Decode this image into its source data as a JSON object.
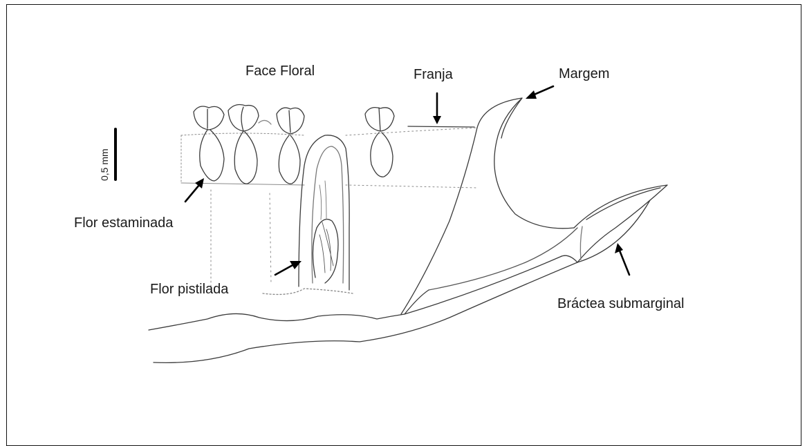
{
  "labels": {
    "face_floral": "Face Floral",
    "franja": "Franja",
    "margem": "Margem",
    "flor_estaminada": "Flor estaminada",
    "flor_pistilada": "Flor pistilada",
    "bractea_submarginal": "Bráctea submarginal"
  },
  "scale_bar": {
    "label": "0,5 mm"
  }
}
